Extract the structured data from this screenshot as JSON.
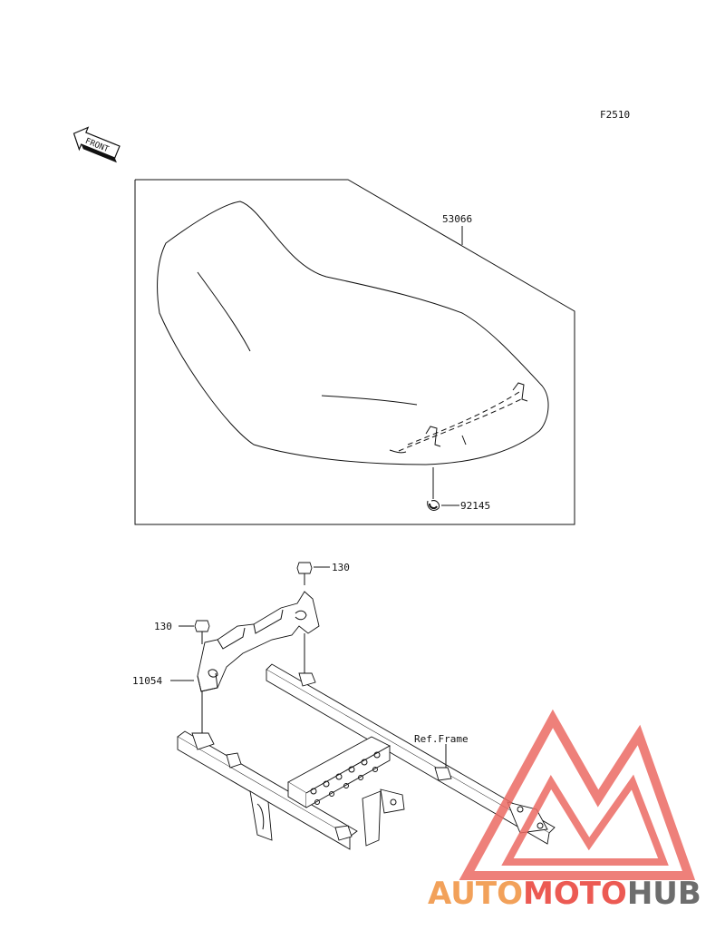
{
  "diagram": {
    "code": "F2510",
    "direction_arrow": "FRONT",
    "parts": {
      "seat": "53066",
      "clip": "92145",
      "bolt_right": "130",
      "bolt_left": "130",
      "bracket": "11054",
      "ref_frame": "Ref.Frame"
    }
  },
  "watermark": {
    "brand_auto": "AUTO",
    "brand_moto": "MOTO",
    "brand_hub": "HUB",
    "colors": {
      "auto": "#f2a15a",
      "moto": "#ec5a53",
      "hub": "#6d6d6d",
      "logo": "#ec6a63"
    }
  }
}
